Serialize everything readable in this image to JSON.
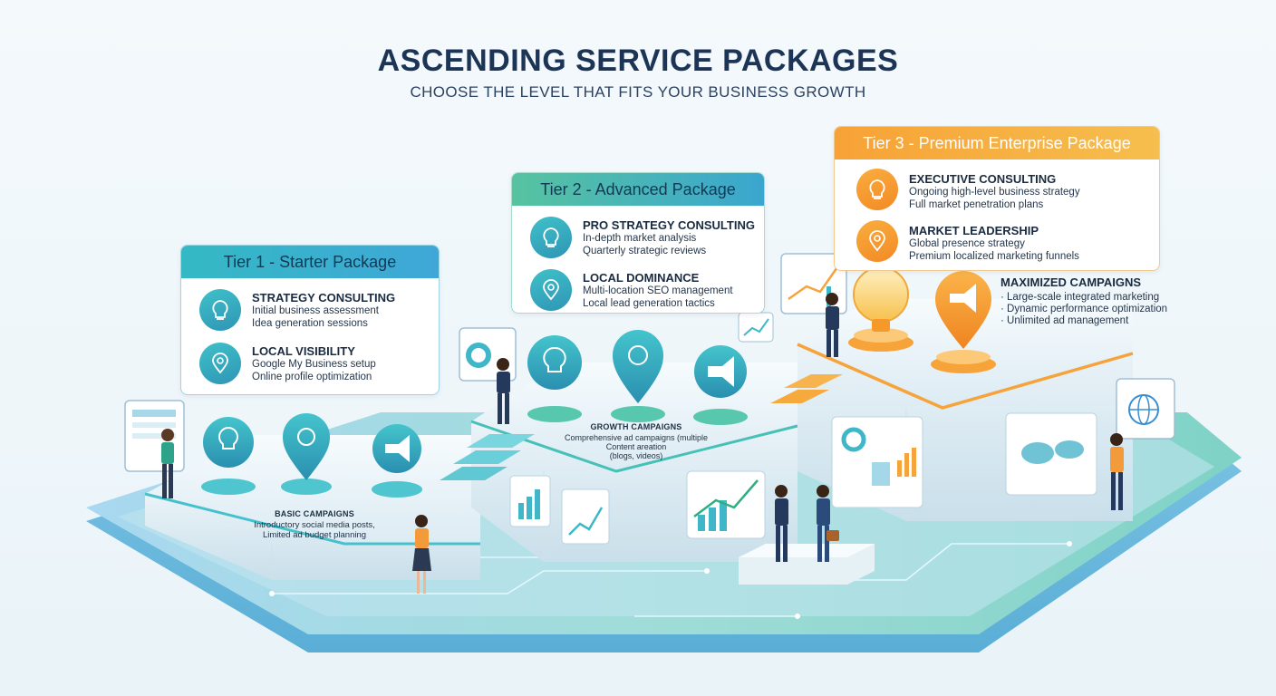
{
  "header": {
    "title": "ASCENDING SERVICE PACKAGES",
    "subtitle": "CHOOSE THE LEVEL THAT FITS YOUR BUSINESS GROWTH"
  },
  "tiers": [
    {
      "label": "Tier 1 - Starter Package",
      "features": [
        {
          "icon": "lightbulb-icon",
          "title": "STRATEGY CONSULTING",
          "lines": [
            "Initial business assessment",
            "Idea generation sessions"
          ]
        },
        {
          "icon": "location-pin-icon",
          "title": "LOCAL VISIBILITY",
          "lines": [
            "Google My Business setup",
            "Online profile optimization"
          ]
        }
      ],
      "campaign": {
        "title": "BASIC CAMPAIGNS",
        "lines": [
          "Introductory social media posts,",
          "Limited ad budget planning"
        ]
      }
    },
    {
      "label": "Tier 2 - Advanced Package",
      "features": [
        {
          "icon": "lightbulb-icon",
          "title": "PRO STRATEGY CONSULTING",
          "lines": [
            "In-depth market analysis",
            "Quarterly strategic reviews"
          ]
        },
        {
          "icon": "location-pin-icon",
          "title": "LOCAL DOMINANCE",
          "lines": [
            "Multi-location SEO management",
            "Local lead generation tactics"
          ]
        }
      ],
      "campaign": {
        "title": "GROWTH CAMPAIGNS",
        "lines": [
          "Comprehensive ad campaigns (multiple",
          "Content areation",
          "(blogs, videos)"
        ]
      }
    },
    {
      "label": "Tier 3 - Premium Enterprise Package",
      "features": [
        {
          "icon": "lightbulb-icon",
          "title": "EXECUTIVE CONSULTING",
          "lines": [
            "Ongoing high-level business strategy",
            "Full market penetration plans"
          ]
        },
        {
          "icon": "location-pin-icon",
          "title": "MARKET LEADERSHIP",
          "lines": [
            "Global presence strategy",
            "Premium localized marketing funnels"
          ]
        }
      ],
      "campaign": {
        "title": "MAXIMIZED CAMPAIGNS",
        "lines": [
          "· Large-scale integrated marketing",
          "· Dynamic performance optimization",
          "· Unlimited ad management"
        ]
      }
    }
  ],
  "colors": {
    "tier1": "#2fb3c6",
    "tier2": "#4fbf9f",
    "tier3": "#f49a2e",
    "ink": "#1c3556"
  }
}
